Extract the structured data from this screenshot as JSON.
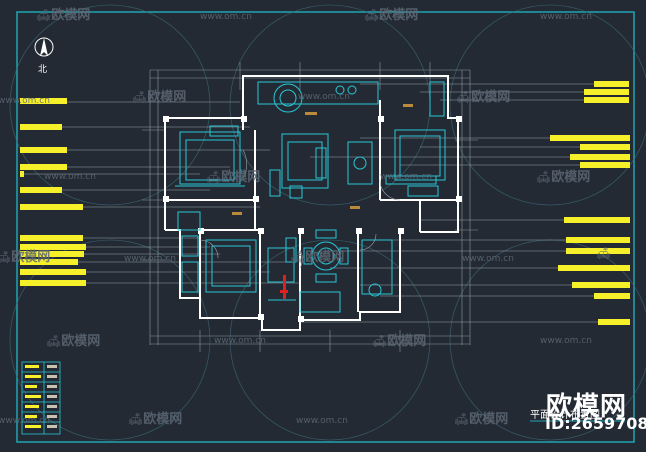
{
  "drawing": {
    "north_label": "北",
    "title_caption": "平面设计布置图",
    "watermark_brand": "欧模网",
    "watermark_url": "www.om.cn",
    "logo_text": "欧模网",
    "logo_id": "ID:2659708"
  },
  "colors": {
    "background": "#232a33",
    "frame": "#1fa5b5",
    "walls": "#ffffff",
    "furniture": "#28c7d6",
    "dimension": "#8c96a0",
    "annotation": "#f5f02a",
    "accent_orange": "#b88a3a",
    "accent_red": "#e02020"
  },
  "icons": [
    "north-arrow-icon",
    "watermark-sofa-icon"
  ]
}
